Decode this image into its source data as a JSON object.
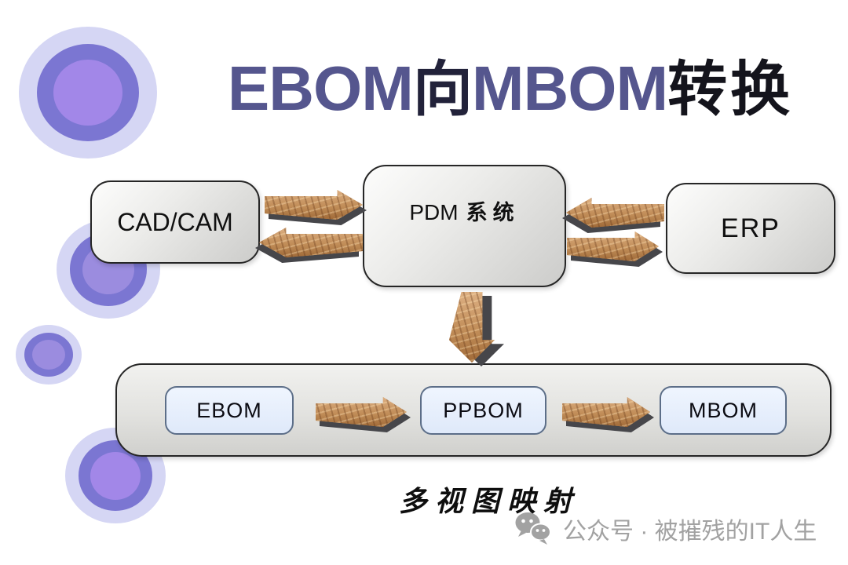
{
  "title": {
    "segments": [
      {
        "text": "EBOM"
      },
      {
        "text": "向"
      },
      {
        "text": "MBOM"
      },
      {
        "text": "转换"
      }
    ]
  },
  "nodes": {
    "cadcam": {
      "label": "CAD/CAM"
    },
    "pdm": {
      "label_latin": "PDM",
      "label_cn": "系统"
    },
    "erp": {
      "label": "ERP"
    },
    "ebom": {
      "label": "EBOM"
    },
    "ppbom": {
      "label": "PPBOM"
    },
    "mbom": {
      "label": "MBOM"
    }
  },
  "edges": [
    {
      "from": "CAD/CAM",
      "to": "PDM系统"
    },
    {
      "from": "PDM系统",
      "to": "CAD/CAM"
    },
    {
      "from": "ERP",
      "to": "PDM系统"
    },
    {
      "from": "PDM系统",
      "to": "ERP"
    },
    {
      "from": "PDM系统",
      "to": "多视图容器"
    },
    {
      "from": "EBOM",
      "to": "PPBOM"
    },
    {
      "from": "PPBOM",
      "to": "MBOM"
    }
  ],
  "caption": "多视图映射",
  "watermark": {
    "icon": "wechat-icon",
    "text": "公众号 · 被摧残的IT人生"
  },
  "colors": {
    "title_latin": "#55568e",
    "title_cn": "#14141c",
    "box_fill_light": "#fdfdfc",
    "box_fill_dark": "#cccccа",
    "box_border": "#262626",
    "bom_fill": "#e3ecfa",
    "bom_border": "#5c6e88",
    "arrow_wood": "#c08a56",
    "arrow_shadow": "#46464a",
    "circle_outer": "#d5d6f4",
    "circle_mid": "#7b76d2",
    "circle_inner": "#a287e8",
    "watermark_gray": "#a2a2a2"
  }
}
